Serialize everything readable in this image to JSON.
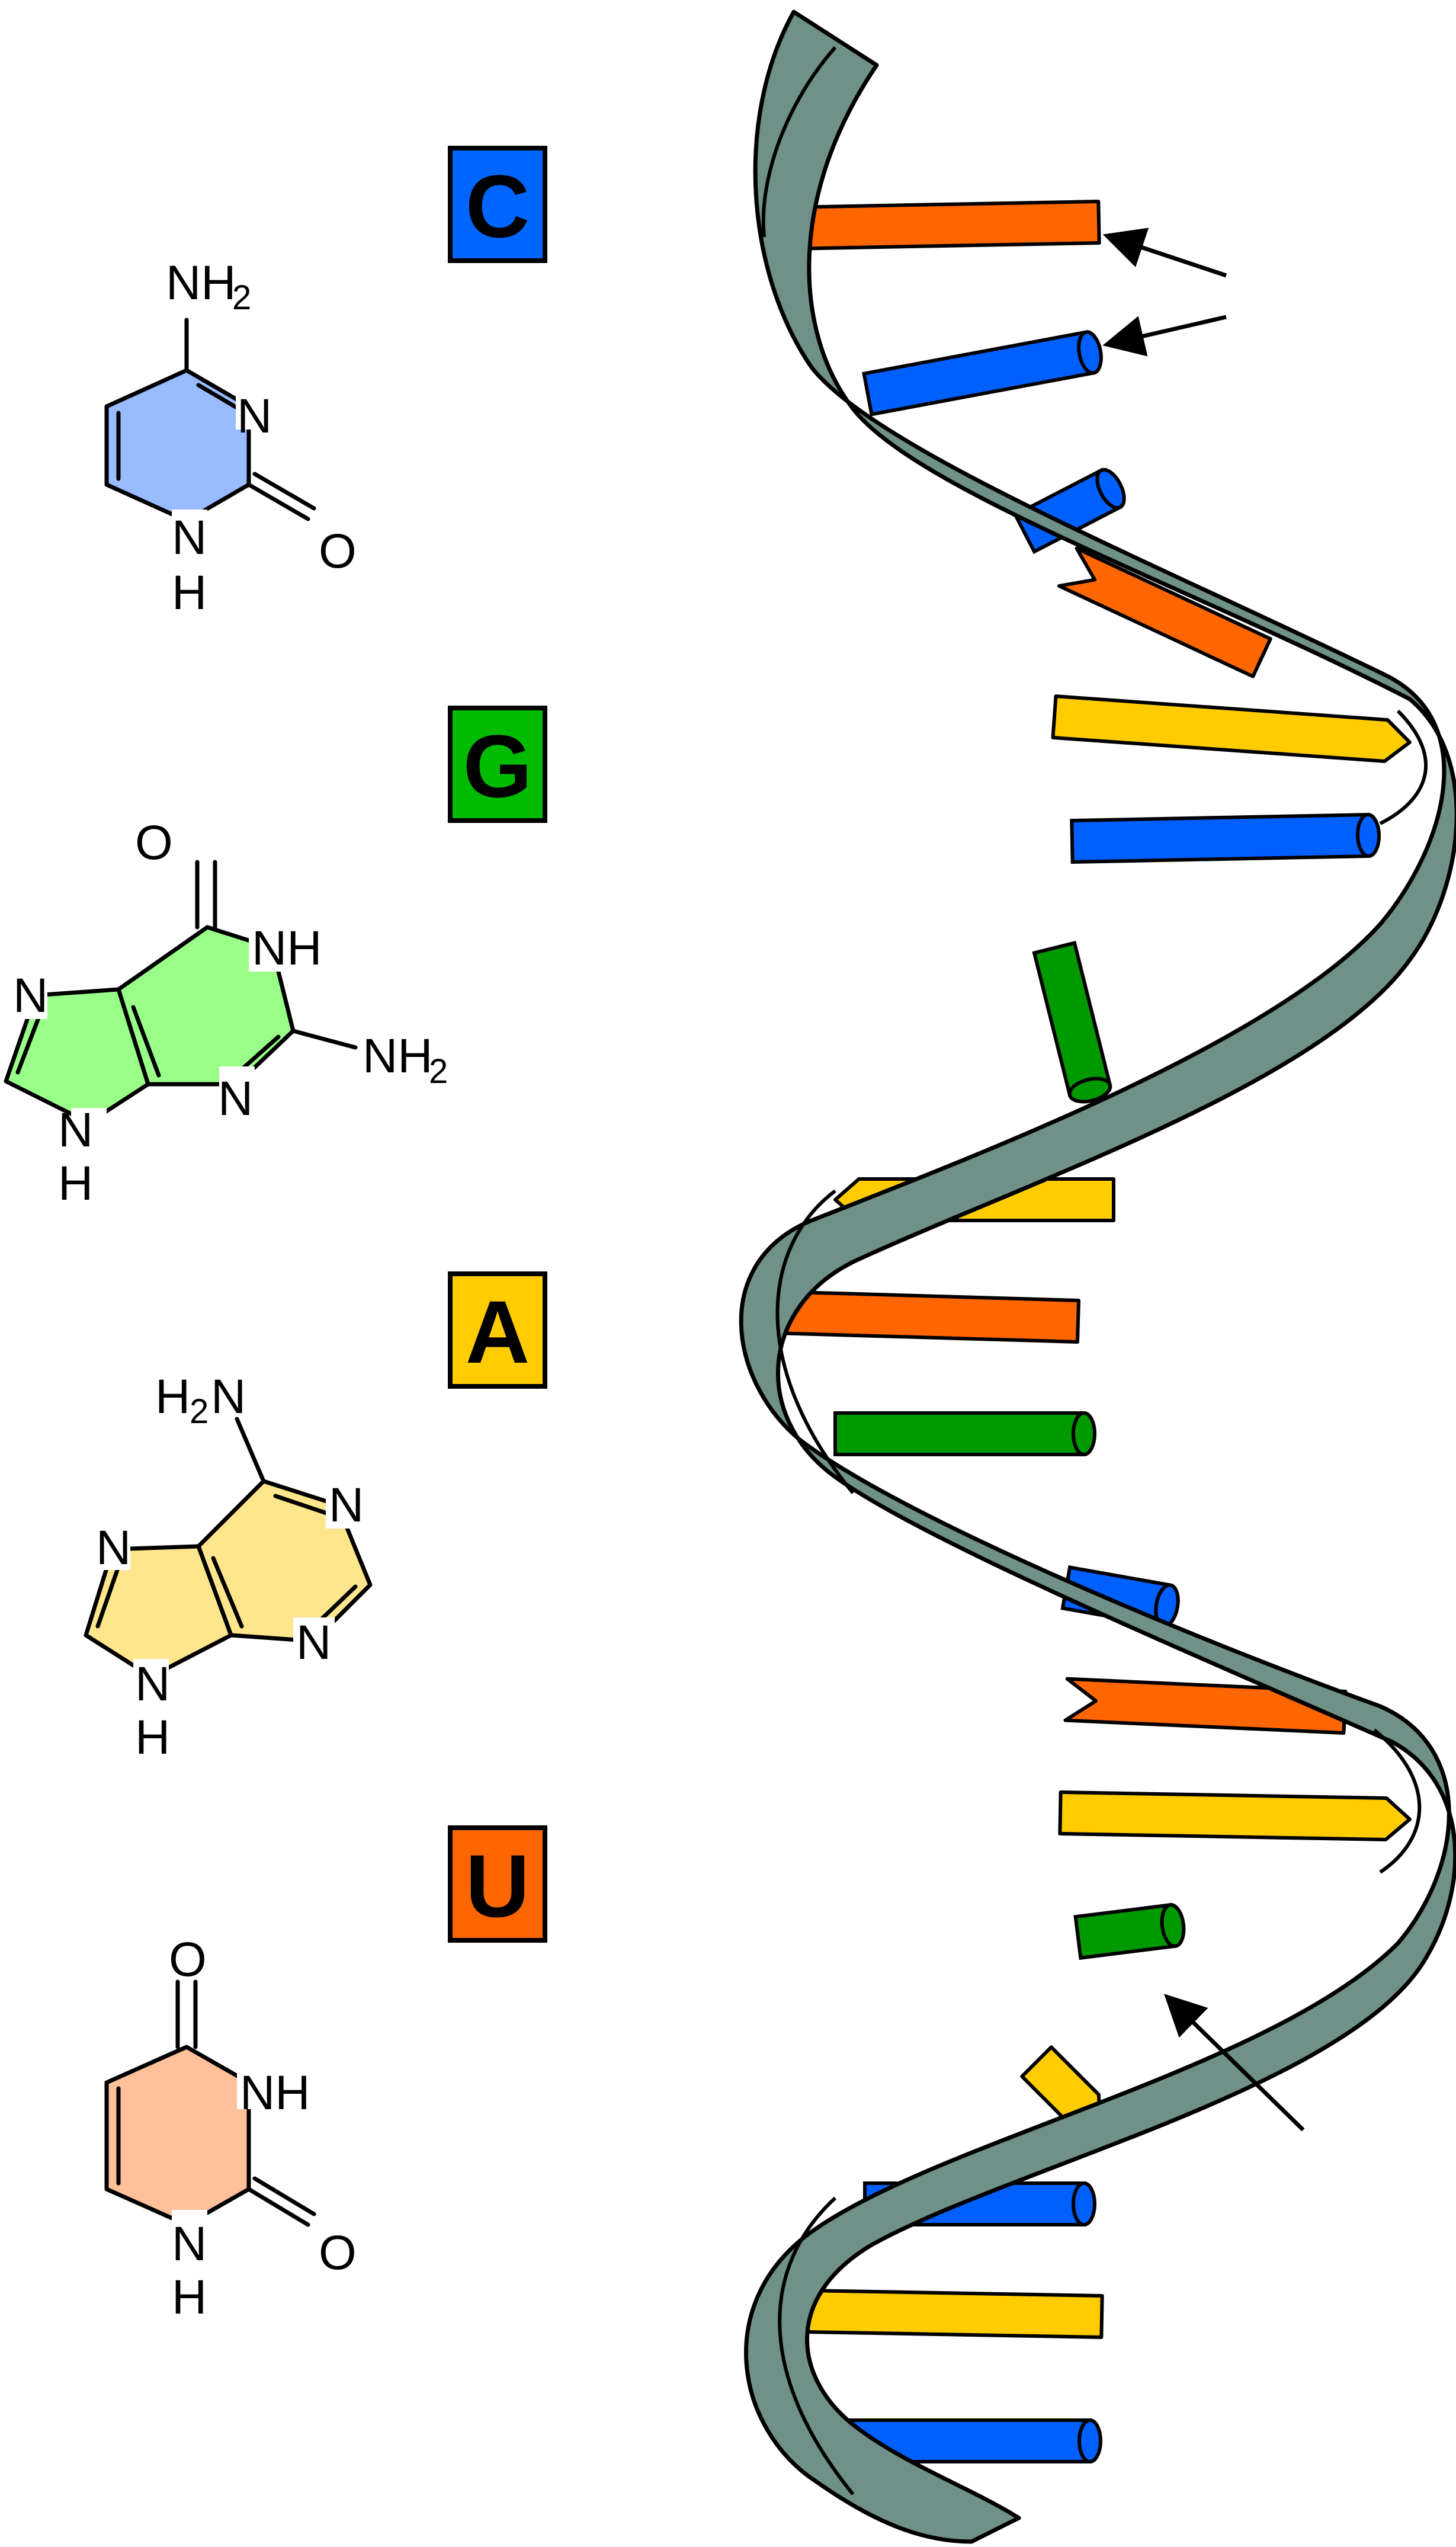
{
  "colors": {
    "cytosine": "#0066ff",
    "guanine": "#00bb00",
    "adenine": "#ffcc00",
    "uracil": "#ff6600",
    "cytosine_ring": "#99bbff",
    "guanine_ring": "#99ff88",
    "adenine_ring": "#ffe68c",
    "uracil_ring": "#ffc09a",
    "backbone": "#6f9188",
    "stick_blue": "#0060ff",
    "stick_orange": "#ff6600",
    "stick_yellow": "#ffcc00",
    "stick_green": "#009900"
  },
  "bases": [
    {
      "letter": "C",
      "name": "cytosine"
    },
    {
      "letter": "G",
      "name": "guanine"
    },
    {
      "letter": "A",
      "name": "adenine"
    },
    {
      "letter": "U",
      "name": "uracil"
    }
  ],
  "labels": {
    "cytosine": {
      "nh2": "NH",
      "nh2_sub": "2",
      "n3": "N",
      "n1": "N",
      "n1_h": "H",
      "o": "O"
    },
    "guanine": {
      "o": "O",
      "nh": "NH",
      "n7": "N",
      "nh2": "NH",
      "nh2_sub": "2",
      "n3": "N",
      "n9": "N",
      "n9_h": "H"
    },
    "adenine": {
      "h2n_h": "H",
      "h2n_sub": "2",
      "h2n_n": "N",
      "n1": "N",
      "n7": "N",
      "n3": "N",
      "n9": "N",
      "n9_h": "H"
    },
    "uracil": {
      "o4": "O",
      "nh": "NH",
      "n1": "N",
      "n1_h": "H",
      "o2": "O"
    }
  },
  "helix_rungs": [
    "uracil",
    "cytosine",
    "cytosine",
    "uracil",
    "adenine",
    "cytosine",
    "guanine",
    "adenine",
    "uracil",
    "guanine",
    "cytosine",
    "uracil",
    "adenine",
    "guanine",
    "adenine",
    "cytosine",
    "adenine",
    "cytosine"
  ],
  "arrows": [
    "base-arrow-uracil",
    "base-arrow-cytosine",
    "backbone-arrow"
  ]
}
